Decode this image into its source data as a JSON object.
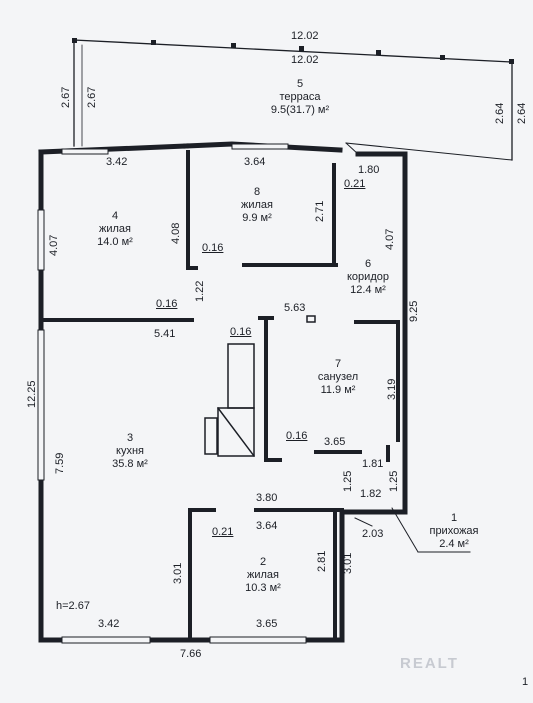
{
  "rooms": [
    {
      "num": "1",
      "name": "прихожая",
      "area": "2.4 м²"
    },
    {
      "num": "2",
      "name": "жилая",
      "area": "10.3 м²"
    },
    {
      "num": "3",
      "name": "кухня",
      "area": "35.8 м²"
    },
    {
      "num": "4",
      "name": "жилая",
      "area": "14.0 м²"
    },
    {
      "num": "5",
      "name": "терраса",
      "area": "9.5(31.7) м²"
    },
    {
      "num": "6",
      "name": "коридор",
      "area": "12.4 м²"
    },
    {
      "num": "7",
      "name": "санузел",
      "area": "11.9 м²"
    },
    {
      "num": "8",
      "name": "жилая",
      "area": "9.9 м²"
    }
  ],
  "dims": {
    "terrace_top_outer": "12.02",
    "terrace_top_inner": "12.02",
    "terrace_left_outer": "2.67",
    "terrace_left_inner": "2.67",
    "terrace_right_inner": "2.64",
    "terrace_right_outer": "2.64",
    "r4_width": "3.42",
    "r8_width": "3.64",
    "r4_height": "4.07",
    "r8_height_left": "4.08",
    "r8_height_right": "2.71",
    "r6_height": "4.07",
    "right_total": "9.25",
    "corr_top": "1.80",
    "corr_wall": "0.21",
    "r8_wall": "0.16",
    "r4_door": "1.22",
    "r4_wall": "0.16",
    "r3_width": "5.41",
    "kitchen_wall": "0.16",
    "center": "5.63",
    "left_total": "12.25",
    "r3_height": "7.59",
    "bath_height": "3.19",
    "bath_wall": "0.16",
    "bath_width": "3.65",
    "hall_small": "1.81",
    "hall_h1": "1.25",
    "hall_h2": "1.25",
    "hall_width": "1.82",
    "hall_out": "2.03",
    "r2_top1": "3.80",
    "r2_top2": "3.64",
    "r2_wall": "0.21",
    "r2_left": "3.01",
    "r2_right": "2.81",
    "r2_right_out": "3.01",
    "ceiling": "h=2.67",
    "bottom_left": "3.42",
    "bottom_right": "3.65",
    "bottom_total": "7.66"
  },
  "watermark": "REALT",
  "corner_mark": "1"
}
